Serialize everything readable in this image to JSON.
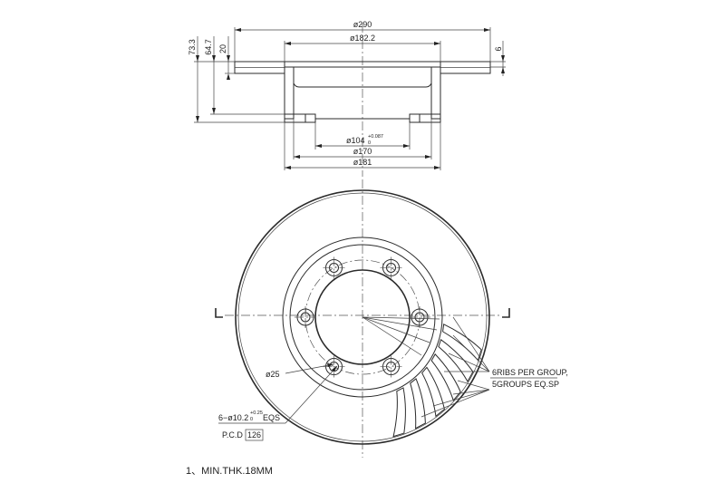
{
  "section_view": {
    "dimensions": {
      "outer_diameter": "ø290",
      "hat_outer_diameter": "ø182.2",
      "center_bore": "ø104",
      "center_bore_tol_upper": "+0.087",
      "center_bore_tol_lower": "0",
      "inner_ring_diameter": "ø170",
      "flange_diameter": "ø181",
      "total_height": "73.3",
      "hat_height": "64.7",
      "disc_thickness": "20",
      "flange_thickness": "6"
    }
  },
  "plan_view": {
    "bolt_hole_diameter_label": "ø25",
    "stud_hole_label": "6−ø10.2",
    "stud_hole_tol_upper": "+0.25",
    "stud_hole_tol_lower": "0",
    "stud_hole_suffix": "EQS",
    "pcd_label": "P.C.D",
    "pcd_value": "126",
    "ribs_note_line1": "6RIBS PER GROUP,",
    "ribs_note_line2": "5GROUPS EQ.SP"
  },
  "notes": {
    "min_thickness": "1、MIN.THK.18MM"
  }
}
